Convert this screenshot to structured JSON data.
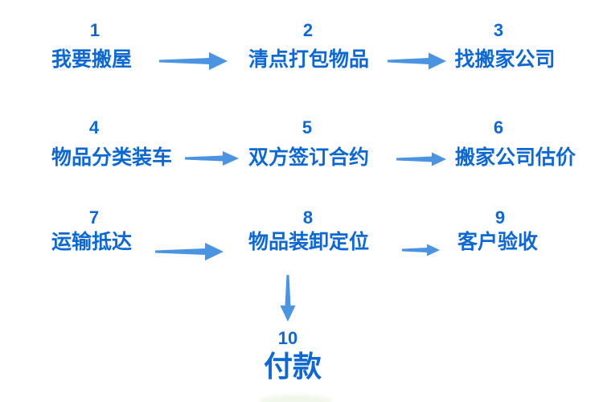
{
  "diagram": {
    "type": "flowchart",
    "topic": "moving-house-process",
    "steps": [
      {
        "number": "1",
        "label": "我要搬屋"
      },
      {
        "number": "2",
        "label": "清点打包物品"
      },
      {
        "number": "3",
        "label": "找搬家公司"
      },
      {
        "number": "4",
        "label": "物品分类装车"
      },
      {
        "number": "5",
        "label": "双方签订合约"
      },
      {
        "number": "6",
        "label": "搬家公司估价"
      },
      {
        "number": "7",
        "label": "运输抵达"
      },
      {
        "number": "8",
        "label": "物品装卸定位"
      },
      {
        "number": "9",
        "label": "客户验收"
      },
      {
        "number": "10",
        "label": "付款"
      }
    ],
    "connections": [
      {
        "from": "1",
        "to": "2",
        "direction": "right"
      },
      {
        "from": "2",
        "to": "3",
        "direction": "right"
      },
      {
        "from": "4",
        "to": "5",
        "direction": "right"
      },
      {
        "from": "5",
        "to": "6",
        "direction": "right"
      },
      {
        "from": "7",
        "to": "8",
        "direction": "right"
      },
      {
        "from": "8",
        "to": "9",
        "direction": "right"
      },
      {
        "from": "8",
        "to": "10",
        "direction": "down"
      }
    ],
    "colors": {
      "text": "#0d68d2",
      "arrow": "#4a94e2",
      "background": "#ffffff"
    }
  }
}
